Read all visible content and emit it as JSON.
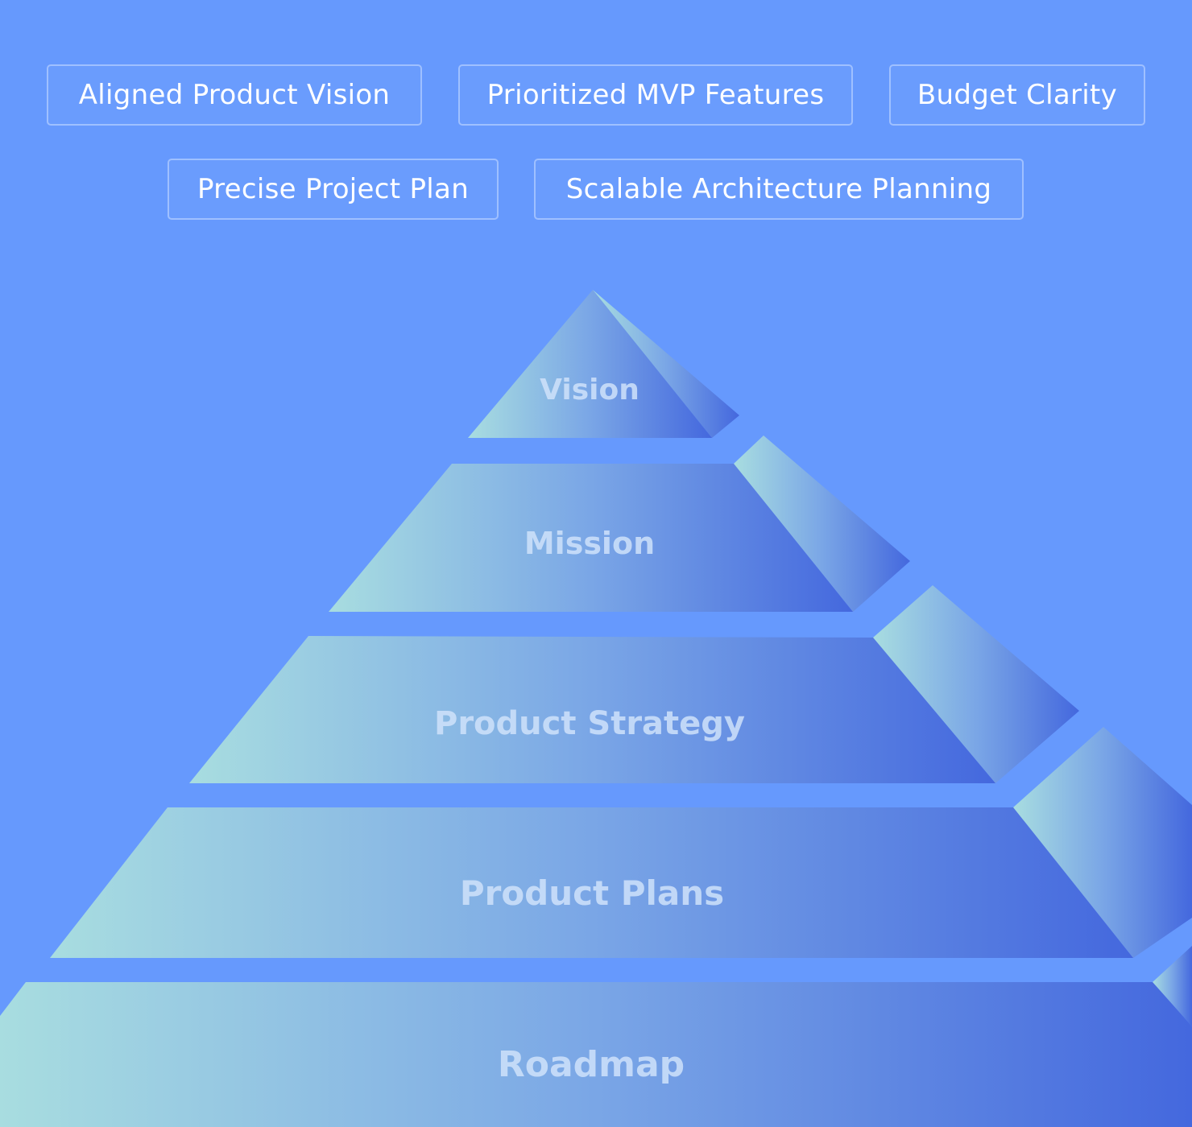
{
  "outcomes": [
    "Aligned Product Vision",
    "Prioritized MVP Features",
    "Budget Clarity",
    "Precise Project Plan",
    "Scalable Architecture Planning"
  ],
  "pyramid": {
    "levels": [
      "Vision",
      "Mission",
      "Product Strategy",
      "Product Plans",
      "Roadmap"
    ]
  },
  "colors": {
    "background": "#6699fd",
    "gradient_start": "#a8dde0",
    "gradient_end": "#4468de"
  }
}
